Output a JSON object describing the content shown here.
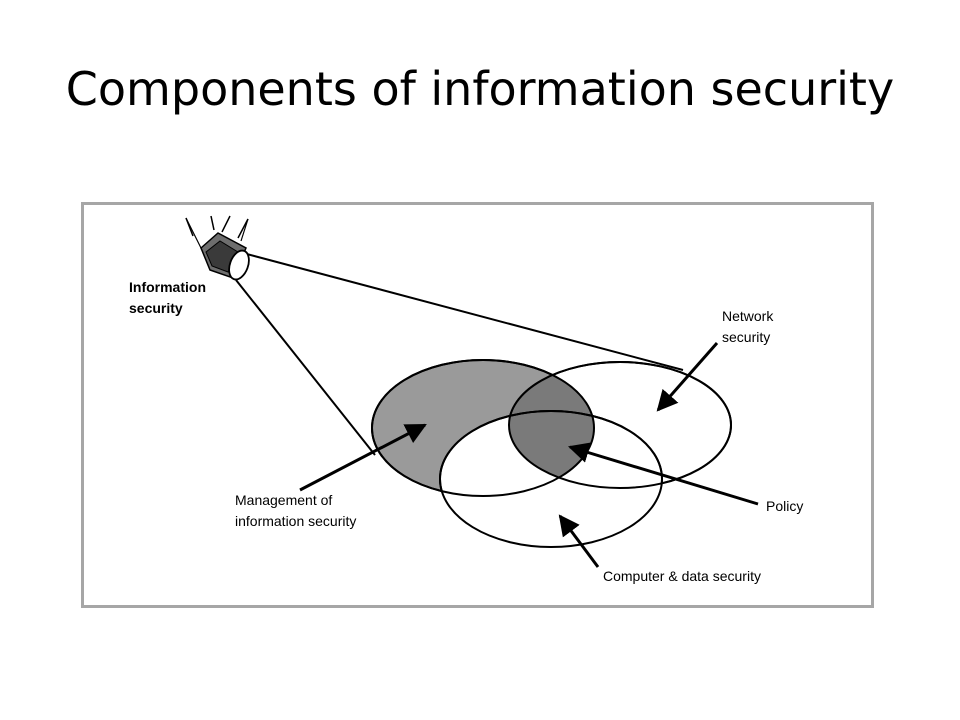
{
  "slide": {
    "title": "Components of information security"
  },
  "diagram": {
    "source_label": [
      "Information",
      "security"
    ],
    "labels": {
      "network": [
        "Network",
        "security"
      ],
      "management": [
        "Management of",
        "information security"
      ],
      "policy": "Policy",
      "computer_data": "Computer & data security"
    },
    "colors": {
      "management_fill": "#9a9a9a",
      "policy_fill": "#7a7a7a",
      "frame": "#a6a6a6"
    },
    "icon": "flashlight-icon"
  }
}
